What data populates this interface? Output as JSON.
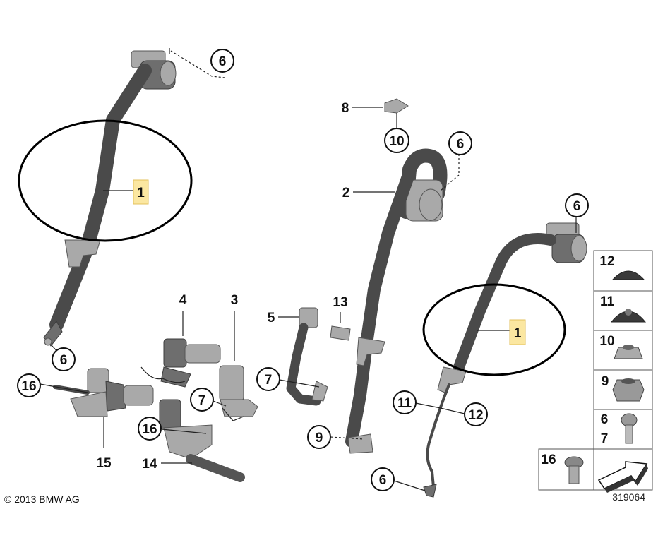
{
  "labels": {
    "l1a": "1",
    "l1b": "1",
    "l2": "2",
    "l3": "3",
    "l4": "4",
    "l5": "5",
    "l6a": "6",
    "l6b": "6",
    "l6c": "6",
    "l6d": "6",
    "l6e": "6",
    "l7a": "7",
    "l7b": "7",
    "l8": "8",
    "l9": "9",
    "l10": "10",
    "l11": "11",
    "l12": "12",
    "l13": "13",
    "l14": "14",
    "l15": "15",
    "l16a": "16",
    "l16b": "16"
  },
  "legend": {
    "row1": "12",
    "row2": "11",
    "row3": "10",
    "row4": "9",
    "row5a": "6",
    "row5b": "7",
    "row6": "16"
  },
  "copyright": "© 2013 BMW AG",
  "diagram_id": "319064",
  "colors": {
    "highlight": "#fbe7a1",
    "belt": "#4a4a4a",
    "ellipse": "#000000"
  }
}
